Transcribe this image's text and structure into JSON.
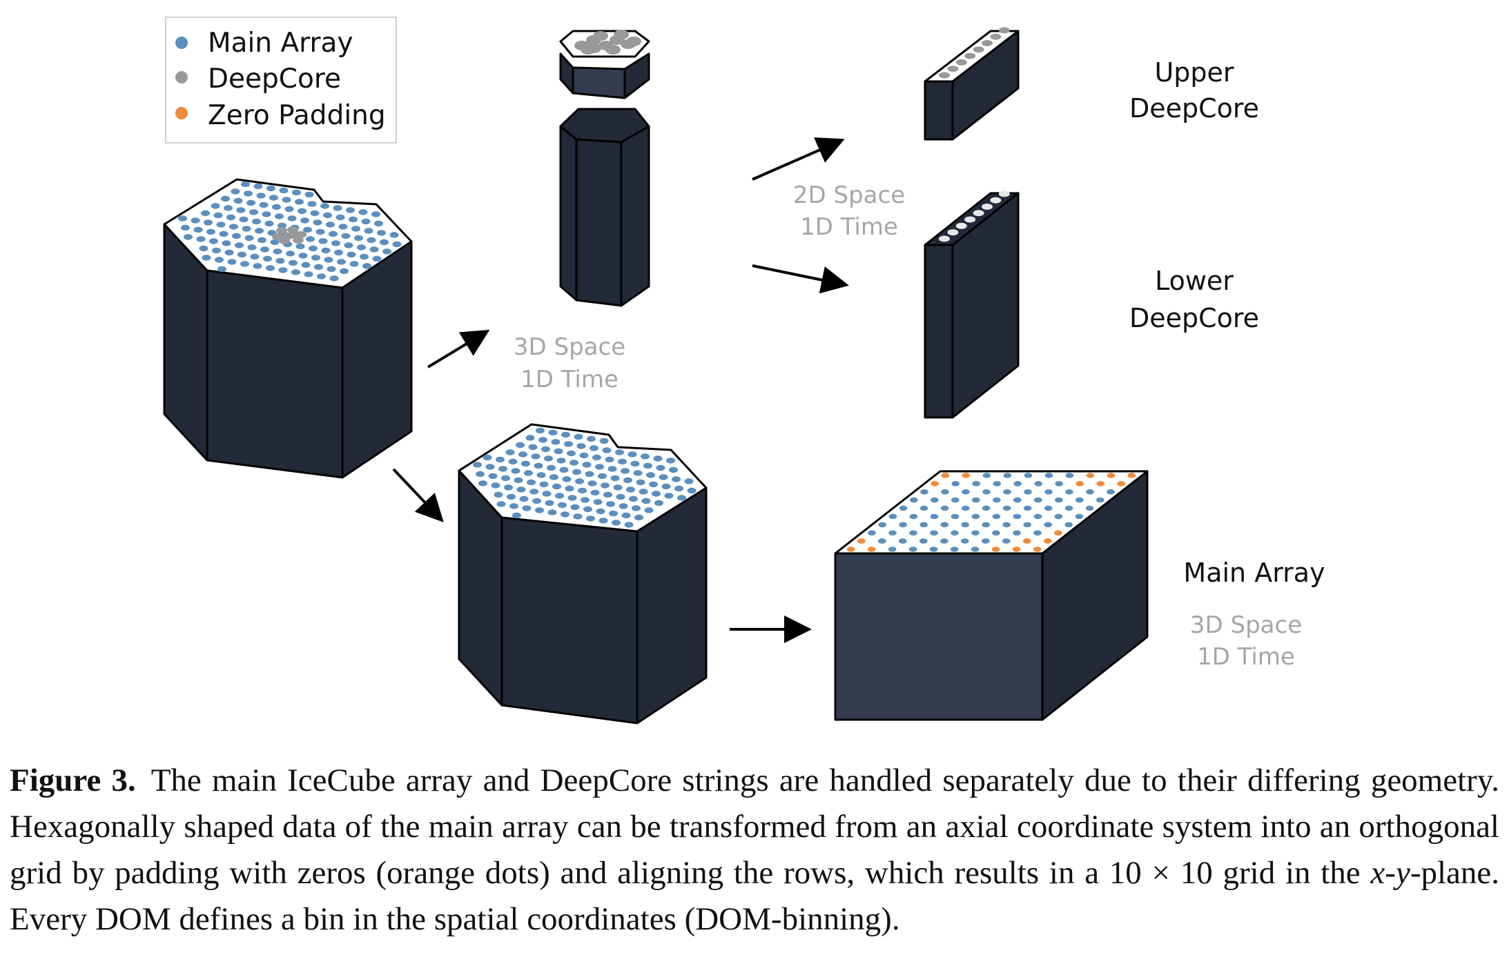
{
  "legend": {
    "items": [
      {
        "label": "Main Array",
        "color": "#5b8fbd"
      },
      {
        "label": "DeepCore",
        "color": "#999999"
      },
      {
        "label": "Zero Padding",
        "color": "#ee8a3c"
      }
    ]
  },
  "labels": {
    "upper_1": "Upper",
    "upper_2": "DeepCore",
    "lower_1": "Lower",
    "lower_2": "DeepCore",
    "main_array": "Main Array",
    "grey_2d_space": "2D Space",
    "grey_2d_time": "1D Time",
    "grey_3d_space_a": "3D Space",
    "grey_3d_time_a": "1D Time",
    "grey_3d_space_b": "3D Space",
    "grey_3d_time_b": "1D Time"
  },
  "colors": {
    "prism_dark": "#222a38",
    "prism_front": "#323c4e",
    "main_array_dot": "#5b8fbd",
    "deepcore_dot": "#999999",
    "padding_dot": "#ee8a3c"
  },
  "caption": {
    "label": "Figure 3.",
    "part1": "The main IceCube array and DeepCore strings are handled separately due to their differing geometry. Hexagonally shaped data of the main array can be transformed from an axial coordinate system into an orthogonal grid by padding with zeros (orange dots) and aligning the rows, which results in a 10 × 10 grid in the ",
    "var_x": "x",
    "dash1": "-",
    "var_y": "y",
    "part2": "-plane. Every DOM defines a bin in the spatial coordinates (DOM-binning)."
  }
}
